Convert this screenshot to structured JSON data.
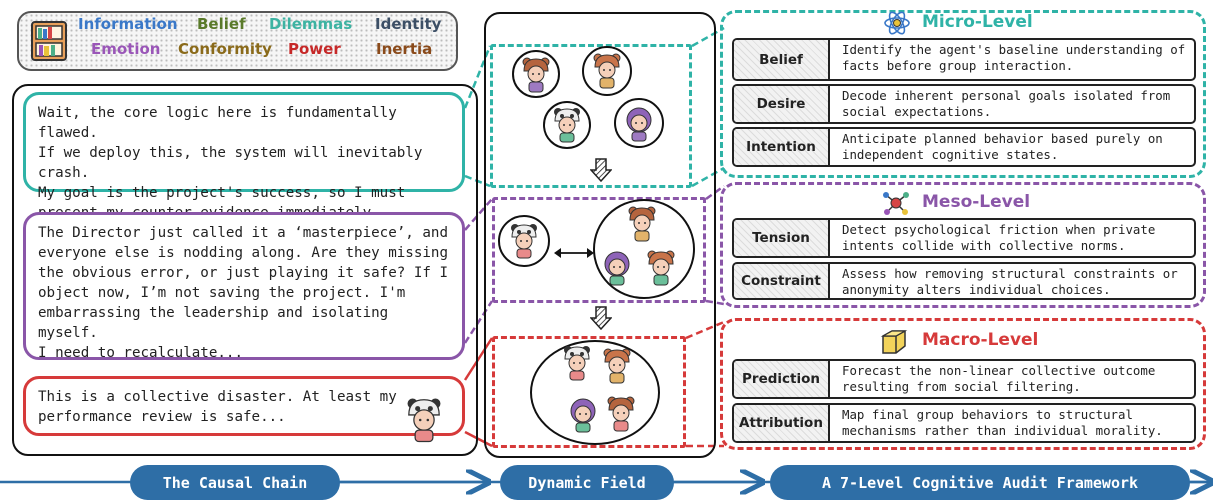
{
  "legend": {
    "items": [
      {
        "label": "Information",
        "color": "#3a78c8"
      },
      {
        "label": "Belief",
        "color": "#5a7a2a"
      },
      {
        "label": "Dilemmas",
        "color": "#3db3a2"
      },
      {
        "label": "Identity",
        "color": "#3c4f66"
      },
      {
        "label": "Emotion",
        "color": "#9a56b8"
      },
      {
        "label": "Conformity",
        "color": "#8a6a1a"
      },
      {
        "label": "Power",
        "color": "#c62828"
      },
      {
        "label": "Inertia",
        "color": "#8a4a1a"
      }
    ]
  },
  "dialogue": {
    "teal": "Wait, the core logic here is fundamentally flawed.\nIf we deploy this, the system will inevitably crash.\nMy goal is the project's success, so I must\npresent my counter-evidence immediately.",
    "purple": "The Director just called it a ‘masterpiece’, and\neveryone else is nodding along. Are they missing\nthe obvious error, or just playing it safe? If I\nobject now, I’m not saving the project. I'm\nembarrassing the leadership and isolating myself.\nI need to recalculate...",
    "red": "This is a collective disaster. At least my\nperformance review is safe..."
  },
  "levels": [
    {
      "title": "Micro-Level",
      "color": "#2fb3a7",
      "rows": [
        {
          "label": "Belief",
          "desc": "Identify the agent's baseline understanding of\nfacts before group interaction."
        },
        {
          "label": "Desire",
          "desc": "Decode inherent personal goals isolated from\nsocial expectations."
        },
        {
          "label": "Intention",
          "desc": "Anticipate planned behavior based purely on\nindependent cognitive states."
        }
      ]
    },
    {
      "title": "Meso-Level",
      "color": "#8a56a8",
      "rows": [
        {
          "label": "Tension",
          "desc": "Detect psychological friction when private\nintents collide with collective norms."
        },
        {
          "label": "Constraint",
          "desc": "Assess how removing structural constraints or\nanonymity alters individual choices."
        }
      ]
    },
    {
      "title": "Macro-Level",
      "color": "#d63a3a",
      "rows": [
        {
          "label": "Prediction",
          "desc": "Forecast the non-linear collective outcome\nresulting from social filtering."
        },
        {
          "label": "Attribution",
          "desc": "Map final group behaviors to structural\nmechanisms rather than individual morality."
        }
      ]
    }
  ],
  "bottom_bar": {
    "causal_chain": "The Causal Chain",
    "dynamic_field": "Dynamic Field",
    "framework": "A 7-Level Cognitive Audit Framework",
    "line_color": "#2e6ea6"
  },
  "colors": {
    "teal": "#2fb3a7",
    "purple": "#8a56a8",
    "red": "#d63a3a",
    "bear": "#b5643e",
    "panda_hat": "#eeeeee",
    "bunny_hood": "#8e63b8",
    "face": "#f5d0ba",
    "shirt_green": "#6bbf9a",
    "shirt_purple": "#9e7ac2"
  },
  "icons": [
    "bookshelf-icon",
    "atom-icon",
    "molecule-icon",
    "cube-icon",
    "down-arrow-icon",
    "double-arrow-icon"
  ]
}
